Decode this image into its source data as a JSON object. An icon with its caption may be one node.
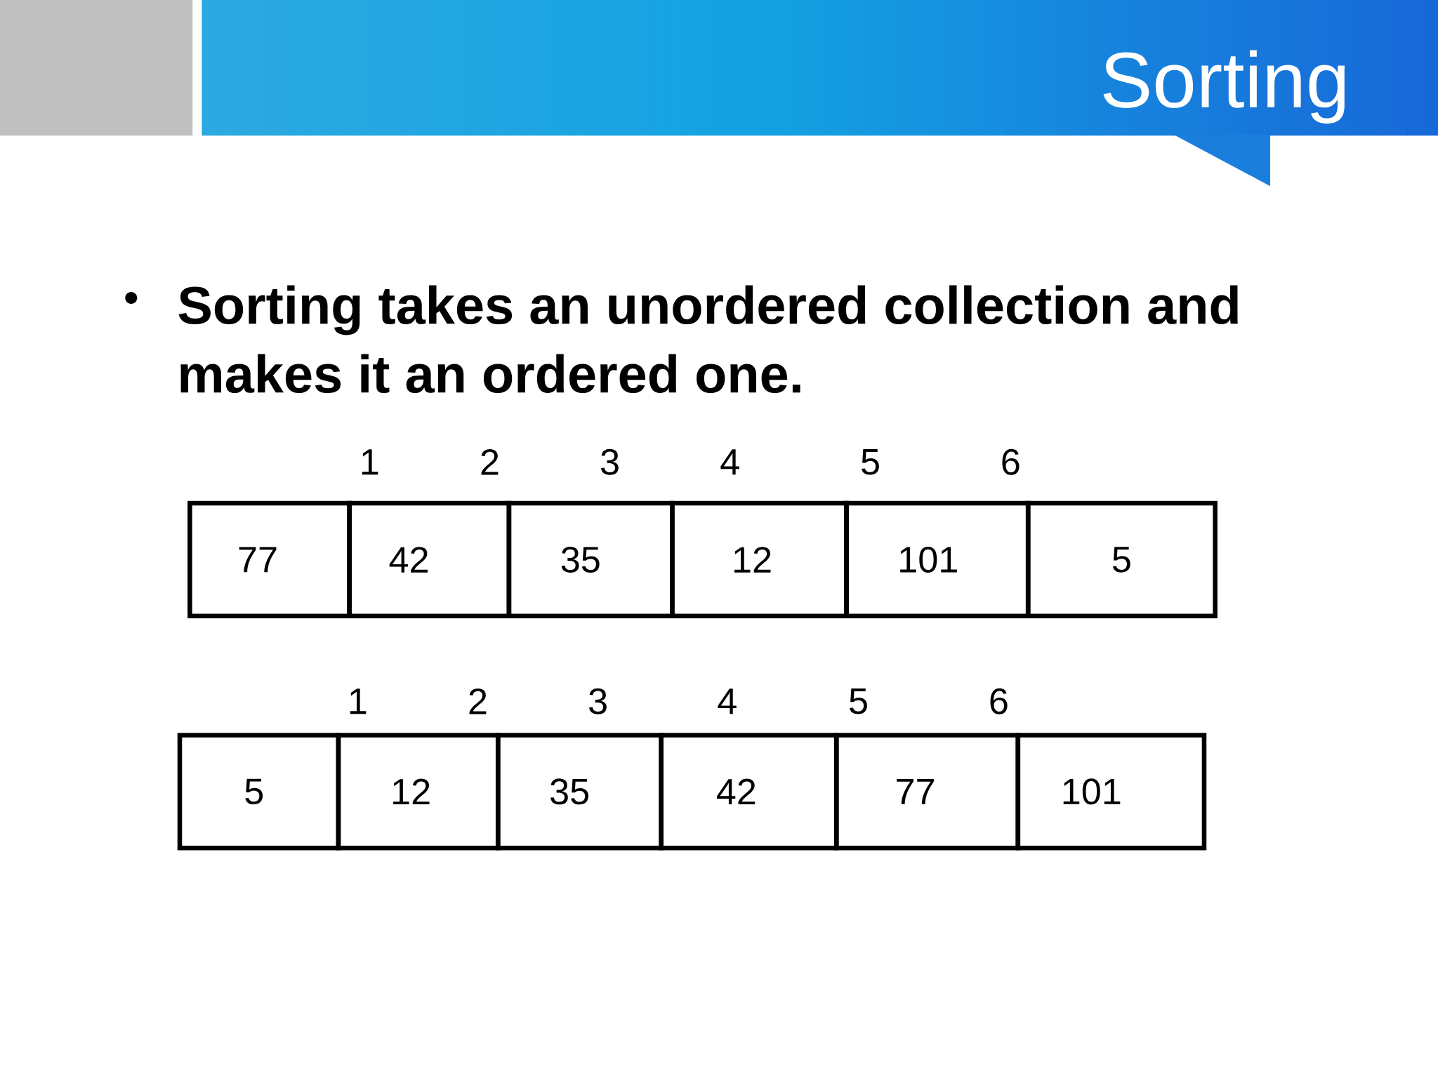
{
  "diagram": {
    "title": "Sorting",
    "nodes": [
      {
        "text": [
          "77"
        ]
      },
      {
        "text": [
          "42"
        ]
      },
      {
        "text": [
          "35"
        ]
      },
      {
        "text": [
          "12"
        ]
      },
      {
        "text": [
          "101"
        ]
      },
      {
        "text": [
          "5"
        ]
      },
      {
        "text": [
          "5"
        ]
      },
      {
        "text": [
          "12"
        ]
      },
      {
        "text": [
          "35"
        ]
      },
      {
        "text": [
          "42"
        ]
      },
      {
        "text": [
          "77"
        ]
      },
      {
        "text": [
          "101"
        ]
      }
    ],
    "labels": [
      "Sorting takes an unordered collection and makes it an ordered one.",
      "1",
      "2",
      "3",
      "4",
      "5",
      "6",
      "1",
      "2",
      "3",
      "4",
      "5",
      "6"
    ]
  }
}
